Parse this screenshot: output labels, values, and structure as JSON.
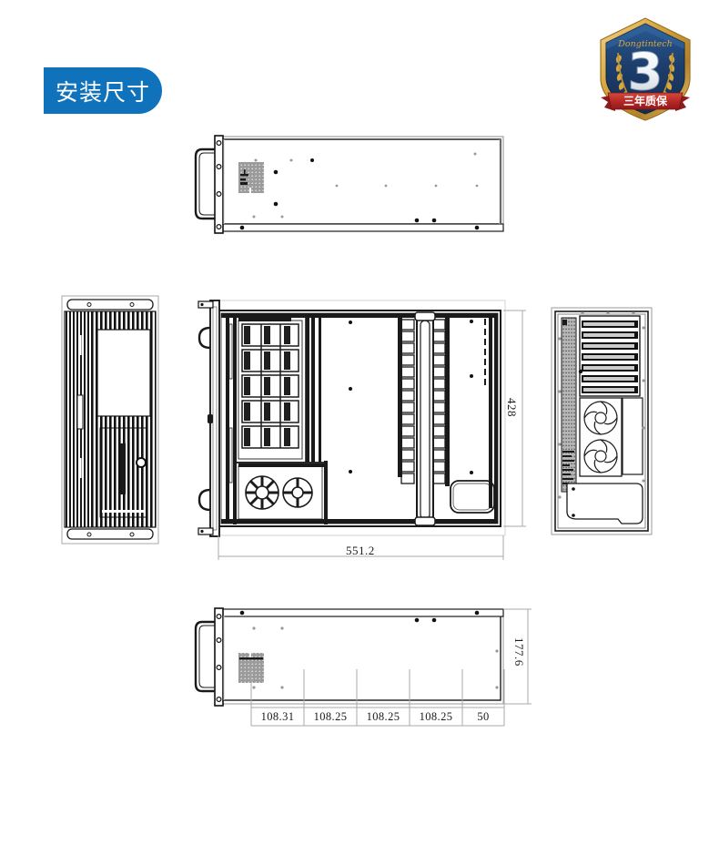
{
  "page": {
    "title": "安装尺寸",
    "background": "#ffffff"
  },
  "header": {
    "section_title": "安装尺寸",
    "accent_color": "#1072bb"
  },
  "warranty_badge": {
    "brand": "Dongtintech",
    "number": "3",
    "ribbon_text": "三年质保",
    "shield_color": "#1d3f6e",
    "gold_color": "#d8a840",
    "ribbon_color": "#b52626"
  },
  "drawing": {
    "type": "mechanical-orthographic-cad",
    "views": [
      {
        "name": "top-view",
        "label": ""
      },
      {
        "name": "front-panel-view",
        "label": ""
      },
      {
        "name": "main-plan-view",
        "label": ""
      },
      {
        "name": "rear-panel-view",
        "label": ""
      },
      {
        "name": "bottom-view",
        "label": ""
      }
    ],
    "line_color": "#1a1a1a",
    "dim_color": "#9a9a9a"
  },
  "dimensions": {
    "overall_length": "551.2",
    "overall_depth": "428",
    "overall_height": "177.6",
    "chain": [
      "108.31",
      "108.25",
      "108.25",
      "108.25",
      "50"
    ],
    "units": "mm"
  }
}
